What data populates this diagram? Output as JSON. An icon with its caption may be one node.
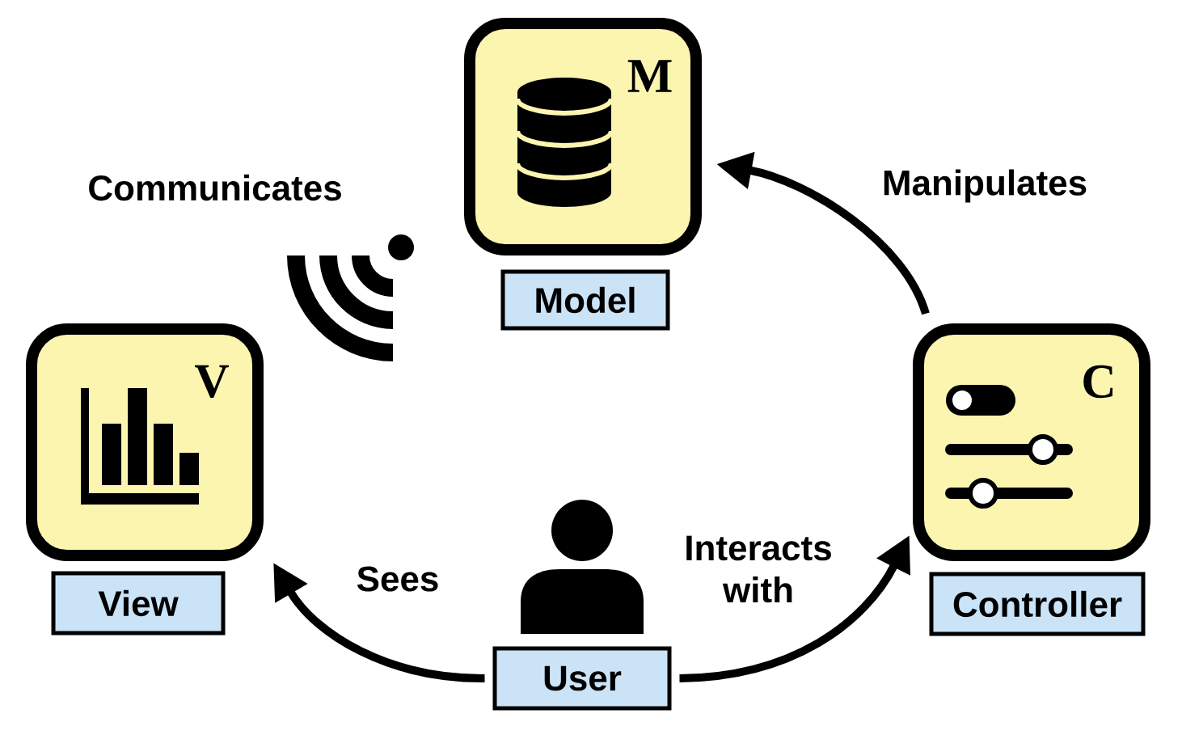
{
  "diagram": {
    "nodes": [
      {
        "text": [
          "M"
        ]
      },
      {
        "text": [
          "Model"
        ]
      },
      {
        "text": [
          "V"
        ]
      },
      {
        "text": [
          "View"
        ]
      },
      {
        "text": [
          "C"
        ]
      },
      {
        "text": [
          "Controller"
        ]
      },
      {
        "text": [
          "User"
        ]
      }
    ],
    "edges": [
      {
        "from": 4,
        "to": 0,
        "arrow": "to",
        "label": "Manipulates"
      },
      {
        "from": 6,
        "to": 2,
        "arrow": "to",
        "label": "Sees"
      },
      {
        "from": 6,
        "to": 4,
        "arrow": "to",
        "label": "Interacts with"
      }
    ],
    "labels": [
      "Communicates"
    ]
  }
}
